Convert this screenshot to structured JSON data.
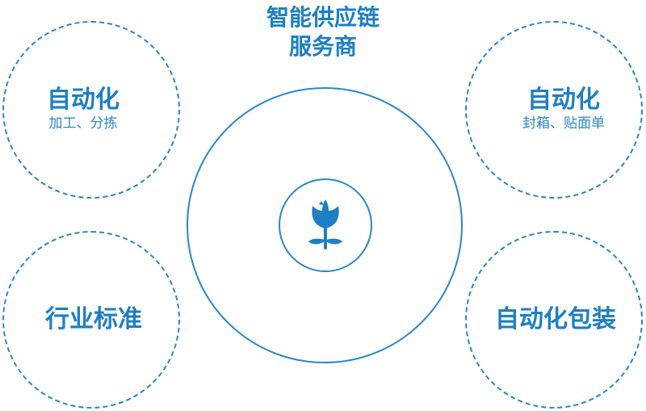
{
  "title": {
    "line1": "智能供应链",
    "line2": "服务商"
  },
  "nodes": {
    "top_left": {
      "main": "自动化",
      "sub": "加工、分拣"
    },
    "top_right": {
      "main": "自动化",
      "sub": "封箱、贴面单"
    },
    "bottom_left": {
      "main": "行业标准"
    },
    "bottom_right": {
      "main": "自动化包装"
    }
  },
  "center": {
    "icon": "flower-icon"
  },
  "colors": {
    "primary": "#1d7fc4",
    "stroke": "#2a86c7"
  }
}
